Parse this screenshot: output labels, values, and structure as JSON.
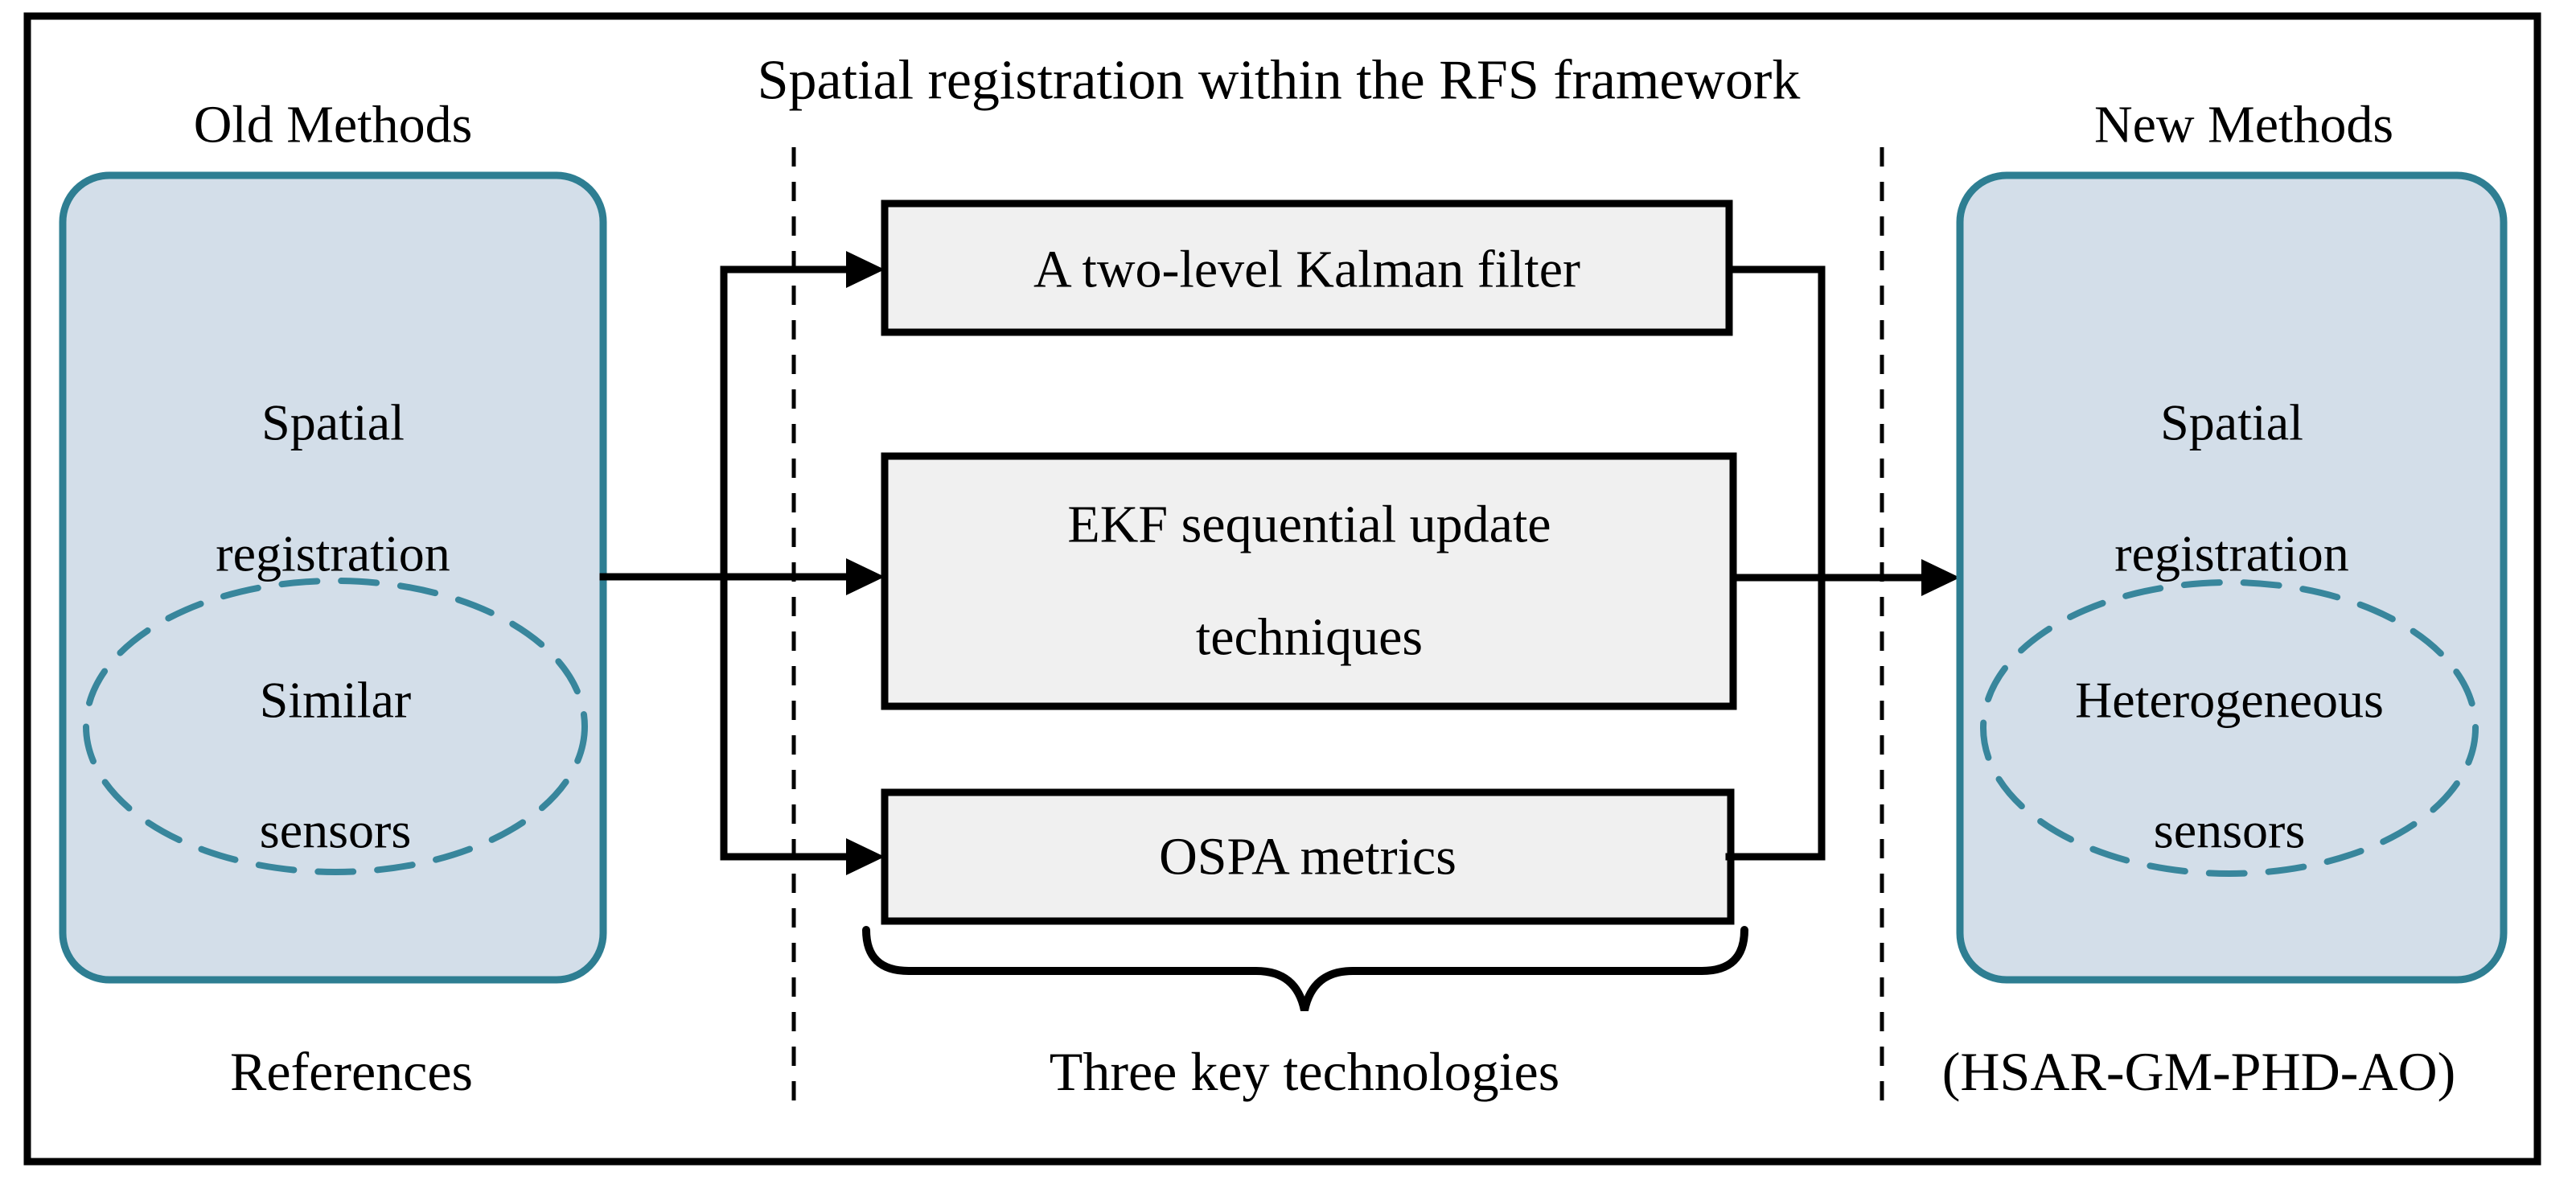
{
  "figure": {
    "title": "Spatial registration within the RFS framework",
    "left": {
      "heading": "Old Methods",
      "line1": "Spatial",
      "line2": "registration",
      "ellipse_line1": "Similar",
      "ellipse_line2": "sensors",
      "caption": "References"
    },
    "center": {
      "box1": "A two-level Kalman filter",
      "box2_line1": "EKF sequential update",
      "box2_line2": "techniques",
      "box3": "OSPA metrics",
      "caption": "Three key technologies"
    },
    "right": {
      "heading": "New Methods",
      "line1": "Spatial",
      "line2": "registration",
      "ellipse_line1": "Heterogeneous",
      "ellipse_line2": "sensors",
      "caption": "(HSAR-GM-PHD-AO)"
    },
    "colors": {
      "panel_fill": "#D3DEE9",
      "panel_border": "#2E7E92",
      "ellipse_dash": "#38869C",
      "tech_box_fill": "#F0F0F0",
      "flow_line": "#000000"
    }
  }
}
